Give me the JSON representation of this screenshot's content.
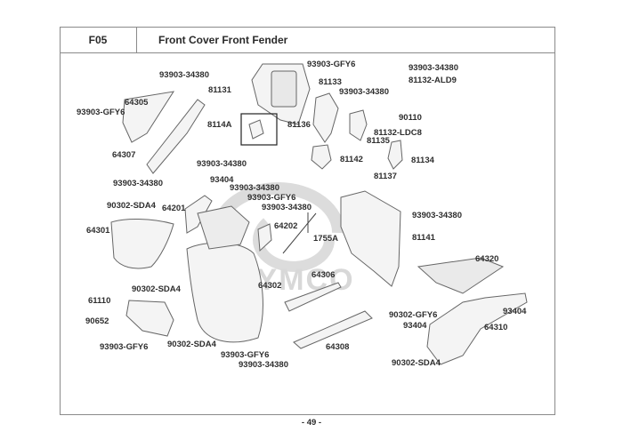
{
  "header": {
    "section_code": "F05",
    "title": "Front Cover  Front Fender"
  },
  "watermark": {
    "brand": "KYMCO",
    "color": "#d9d9d9"
  },
  "footer": {
    "page_number": "- 49 -"
  },
  "colors": {
    "frame": "#8a8a8a",
    "text": "#2e2e2e",
    "part_line": "#555555"
  },
  "labels": {
    "l01": "93903-34380",
    "l02": "93903-GFY6",
    "l03": "93903-34380",
    "l04": "81131",
    "l05": "81132-ALD9",
    "l06": "81133",
    "l07": "93903-34380",
    "l08": "64305",
    "l09": "93903-GFY6",
    "l10": "8114A",
    "l11": "81136",
    "l12": "90110",
    "l13": "81132-LDC8",
    "l14": "81135",
    "l15": "64307",
    "l16": "81142",
    "l17": "81134",
    "l18": "93903-34380",
    "l19": "81137",
    "l20": "93903-34380",
    "l21": "93404",
    "l22": "93903-34380",
    "l23": "93903-GFY6",
    "l24": "90302-SDA4",
    "l25": "64201",
    "l26": "93903-34380",
    "l27": "93903-34380",
    "l28": "64202",
    "l29": "64301",
    "l30": "1755A",
    "l31": "81141",
    "l32": "64306",
    "l33": "64320",
    "l34": "90302-SDA4",
    "l35": "64302",
    "l36": "61110",
    "l37": "90652",
    "l38": "90302-GFY6",
    "l39": "93404",
    "l40": "93404",
    "l41": "64310",
    "l42": "93903-GFY6",
    "l43": "90302-SDA4",
    "l44": "64308",
    "l45": "93903-GFY6",
    "l46": "93903-34380",
    "l47": "90302-SDA4"
  }
}
